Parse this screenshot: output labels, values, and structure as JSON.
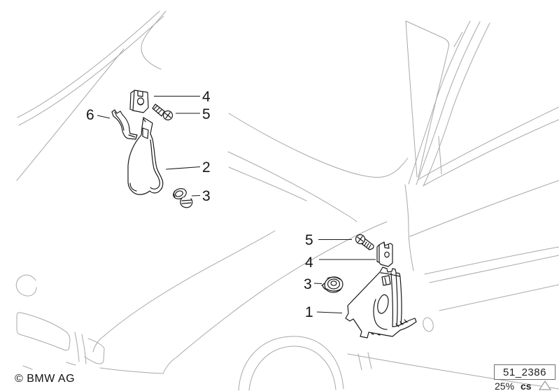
{
  "footer": {
    "copyright": "© BMW AG",
    "image_number": "51_2386",
    "zoom_level": "25%",
    "language_code": "cs"
  },
  "callouts": {
    "left": [
      "4",
      "5",
      "6",
      "2",
      "3"
    ],
    "right": [
      "5",
      "4",
      "3",
      "1"
    ]
  },
  "colors": {
    "background": "#ffffff",
    "car_outline": "#a8a8a8",
    "part_line": "#1a1a1a",
    "label_text": "#151515",
    "box_border": "#6e6e6e"
  }
}
